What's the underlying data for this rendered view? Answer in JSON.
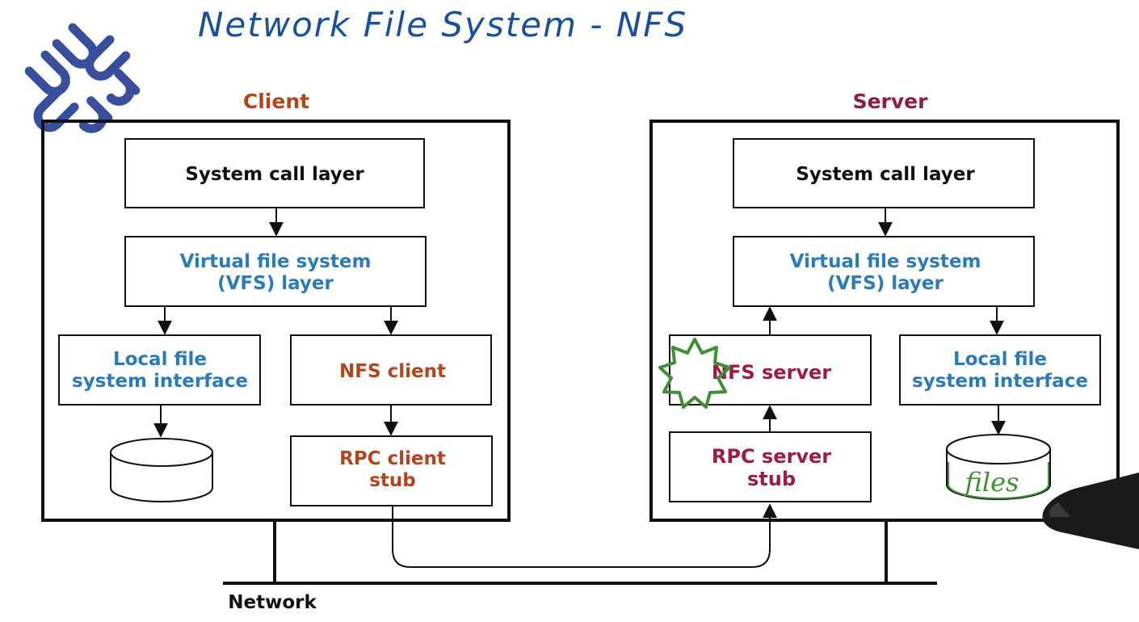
{
  "title": "Network File System - NFS",
  "colors": {
    "title_ink": "#1a4f9c",
    "client_label": "#b4441c",
    "server_label": "#8e1d3c",
    "vfs_blue": "#2b7bb9",
    "nfs_client": "#b4441c",
    "nfs_server": "#9b1d45",
    "annotation_green": "#3f8f35",
    "box_line": "#111111",
    "logo_blue": "#3a4e9e"
  },
  "logo": {
    "icon": "sun-microsystems-logo"
  },
  "client": {
    "label": "Client",
    "system_call_layer": "System call layer",
    "vfs_line1": "Virtual file system",
    "vfs_line2": "(VFS) layer",
    "local_fs_line1": "Local file",
    "local_fs_line2": "system interface",
    "nfs_client": "NFS client",
    "rpc_stub_line1": "RPC client",
    "rpc_stub_line2": "stub"
  },
  "server": {
    "label": "Server",
    "system_call_layer": "System call layer",
    "vfs_line1": "Virtual file system",
    "vfs_line2": "(VFS) layer",
    "nfs_server": "NFS server",
    "local_fs_line1": "Local file",
    "local_fs_line2": "system interface",
    "rpc_stub_line1": "RPC server",
    "rpc_stub_line2": "stub",
    "disk_annotation": "files"
  },
  "network": {
    "label": "Network"
  }
}
